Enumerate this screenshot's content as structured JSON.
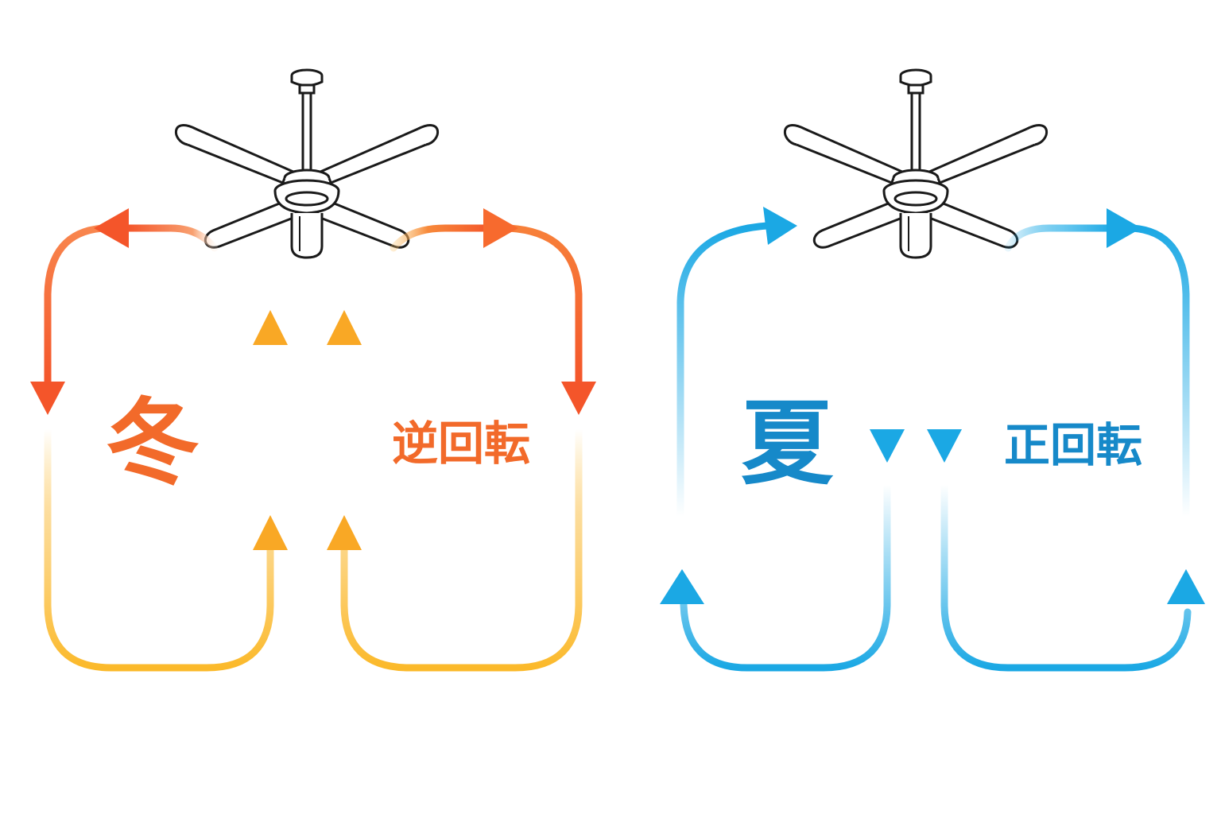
{
  "winter": {
    "season": "冬",
    "rotation": "逆回転",
    "colors": {
      "hot": "#F4552A",
      "mid": "#F7893A",
      "warm": "#FBB92A",
      "text": "#F26A2A"
    }
  },
  "summer": {
    "season": "夏",
    "rotation": "正回転",
    "colors": {
      "main": "#1BA8E4",
      "text": "#1689C9"
    }
  },
  "icons": [
    "ceiling-fan-icon",
    "airflow-arrow-icon"
  ]
}
